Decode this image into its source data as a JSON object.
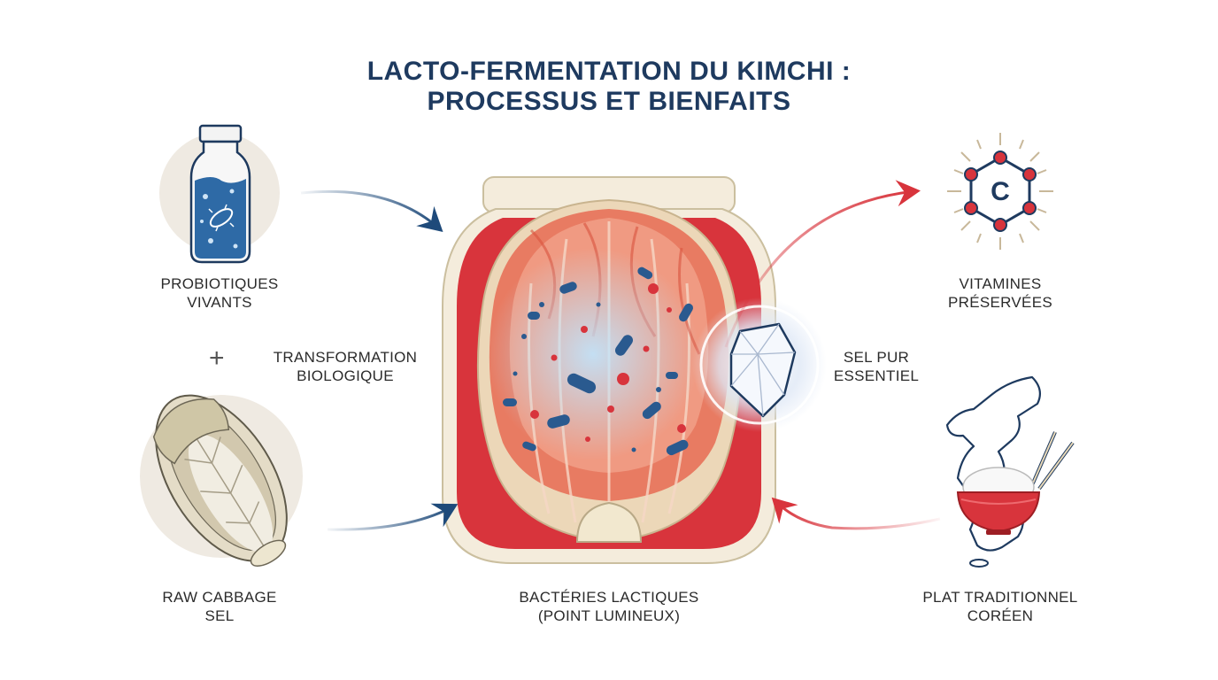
{
  "title": {
    "line1": "LACTO-FERMENTATION DU KIMCHI :",
    "line2": "PROCESSUS ET BIENFAITS"
  },
  "labels": {
    "probiotics": {
      "line1": "PROBIOTIQUES",
      "line2": "VIVANTS"
    },
    "transformation": {
      "line1": "TRANSFORMATION",
      "line2": "BIOLOGIQUE"
    },
    "cabbage": {
      "line1": "RAW CABBAGE",
      "line2": "SEL"
    },
    "bacteria": {
      "line1": "BACTÉRIES LACTIQUES",
      "line2": "(POINT LUMINEUX)"
    },
    "vitamins": {
      "line1": "VITAMINES",
      "line2": "PRÉSERVÉES"
    },
    "salt": {
      "line1": "SEL PUR",
      "line2": "ESSENTIEL"
    },
    "dish": {
      "line1": "PLAT TRADITIONNEL",
      "line2": "CORÉEN"
    }
  },
  "plus_sign": "+",
  "vitamin_symbol": "C",
  "icons": {
    "probiotics": "probiotic-bottle-icon",
    "cabbage": "napa-cabbage-icon",
    "jar": "kimchi-jar-icon",
    "vitamin": "vitamin-c-molecule-icon",
    "salt": "salt-crystal-icon",
    "dish": "korea-rice-bowl-icon"
  },
  "colors": {
    "title": "#1e3a5f",
    "navy": "#1e4a7a",
    "red": "#d8343c",
    "jar_cream": "#f4ecdc",
    "kimchi_orange": "#e8826a"
  }
}
